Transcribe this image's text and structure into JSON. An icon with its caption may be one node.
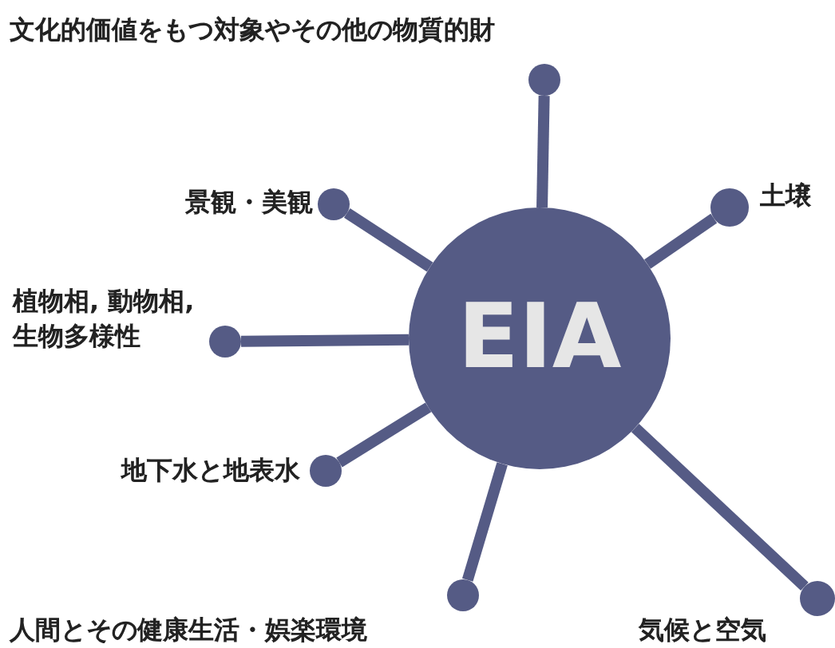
{
  "diagram": {
    "nodes": [
      {
        "text": [],
        "shape": "circle",
        "beside": [
          "文化的価値をもつ対象やその他の物質的財"
        ]
      },
      {
        "text": [],
        "shape": "circle",
        "beside": [
          "景観・美観"
        ]
      },
      {
        "text": [],
        "shape": "circle",
        "beside": [
          "土壌"
        ]
      },
      {
        "text": [],
        "shape": "circle",
        "beside": [
          "植物相, 動物相, 生物多様性"
        ]
      },
      {
        "text": [
          "EIA"
        ]
      },
      {
        "text": [],
        "shape": "circle",
        "beside": [
          "地下水と地表水"
        ]
      },
      {
        "text": [],
        "shape": "circle",
        "beside": [
          "人間とその健康生活・娯楽環境"
        ]
      },
      {
        "text": [],
        "shape": "circle",
        "beside": [
          "気候と空気"
        ]
      }
    ],
    "edges": [
      {
        "from": 4,
        "to": 0,
        "arrow": "none"
      },
      {
        "from": 4,
        "to": 1,
        "arrow": "none"
      },
      {
        "from": 4,
        "to": 2,
        "arrow": "none"
      },
      {
        "from": 4,
        "to": 3,
        "arrow": "none"
      },
      {
        "from": 4,
        "to": 5,
        "arrow": "none"
      },
      {
        "from": 4,
        "to": 6,
        "arrow": "none"
      },
      {
        "from": 4,
        "to": 7,
        "arrow": "none"
      }
    ]
  }
}
